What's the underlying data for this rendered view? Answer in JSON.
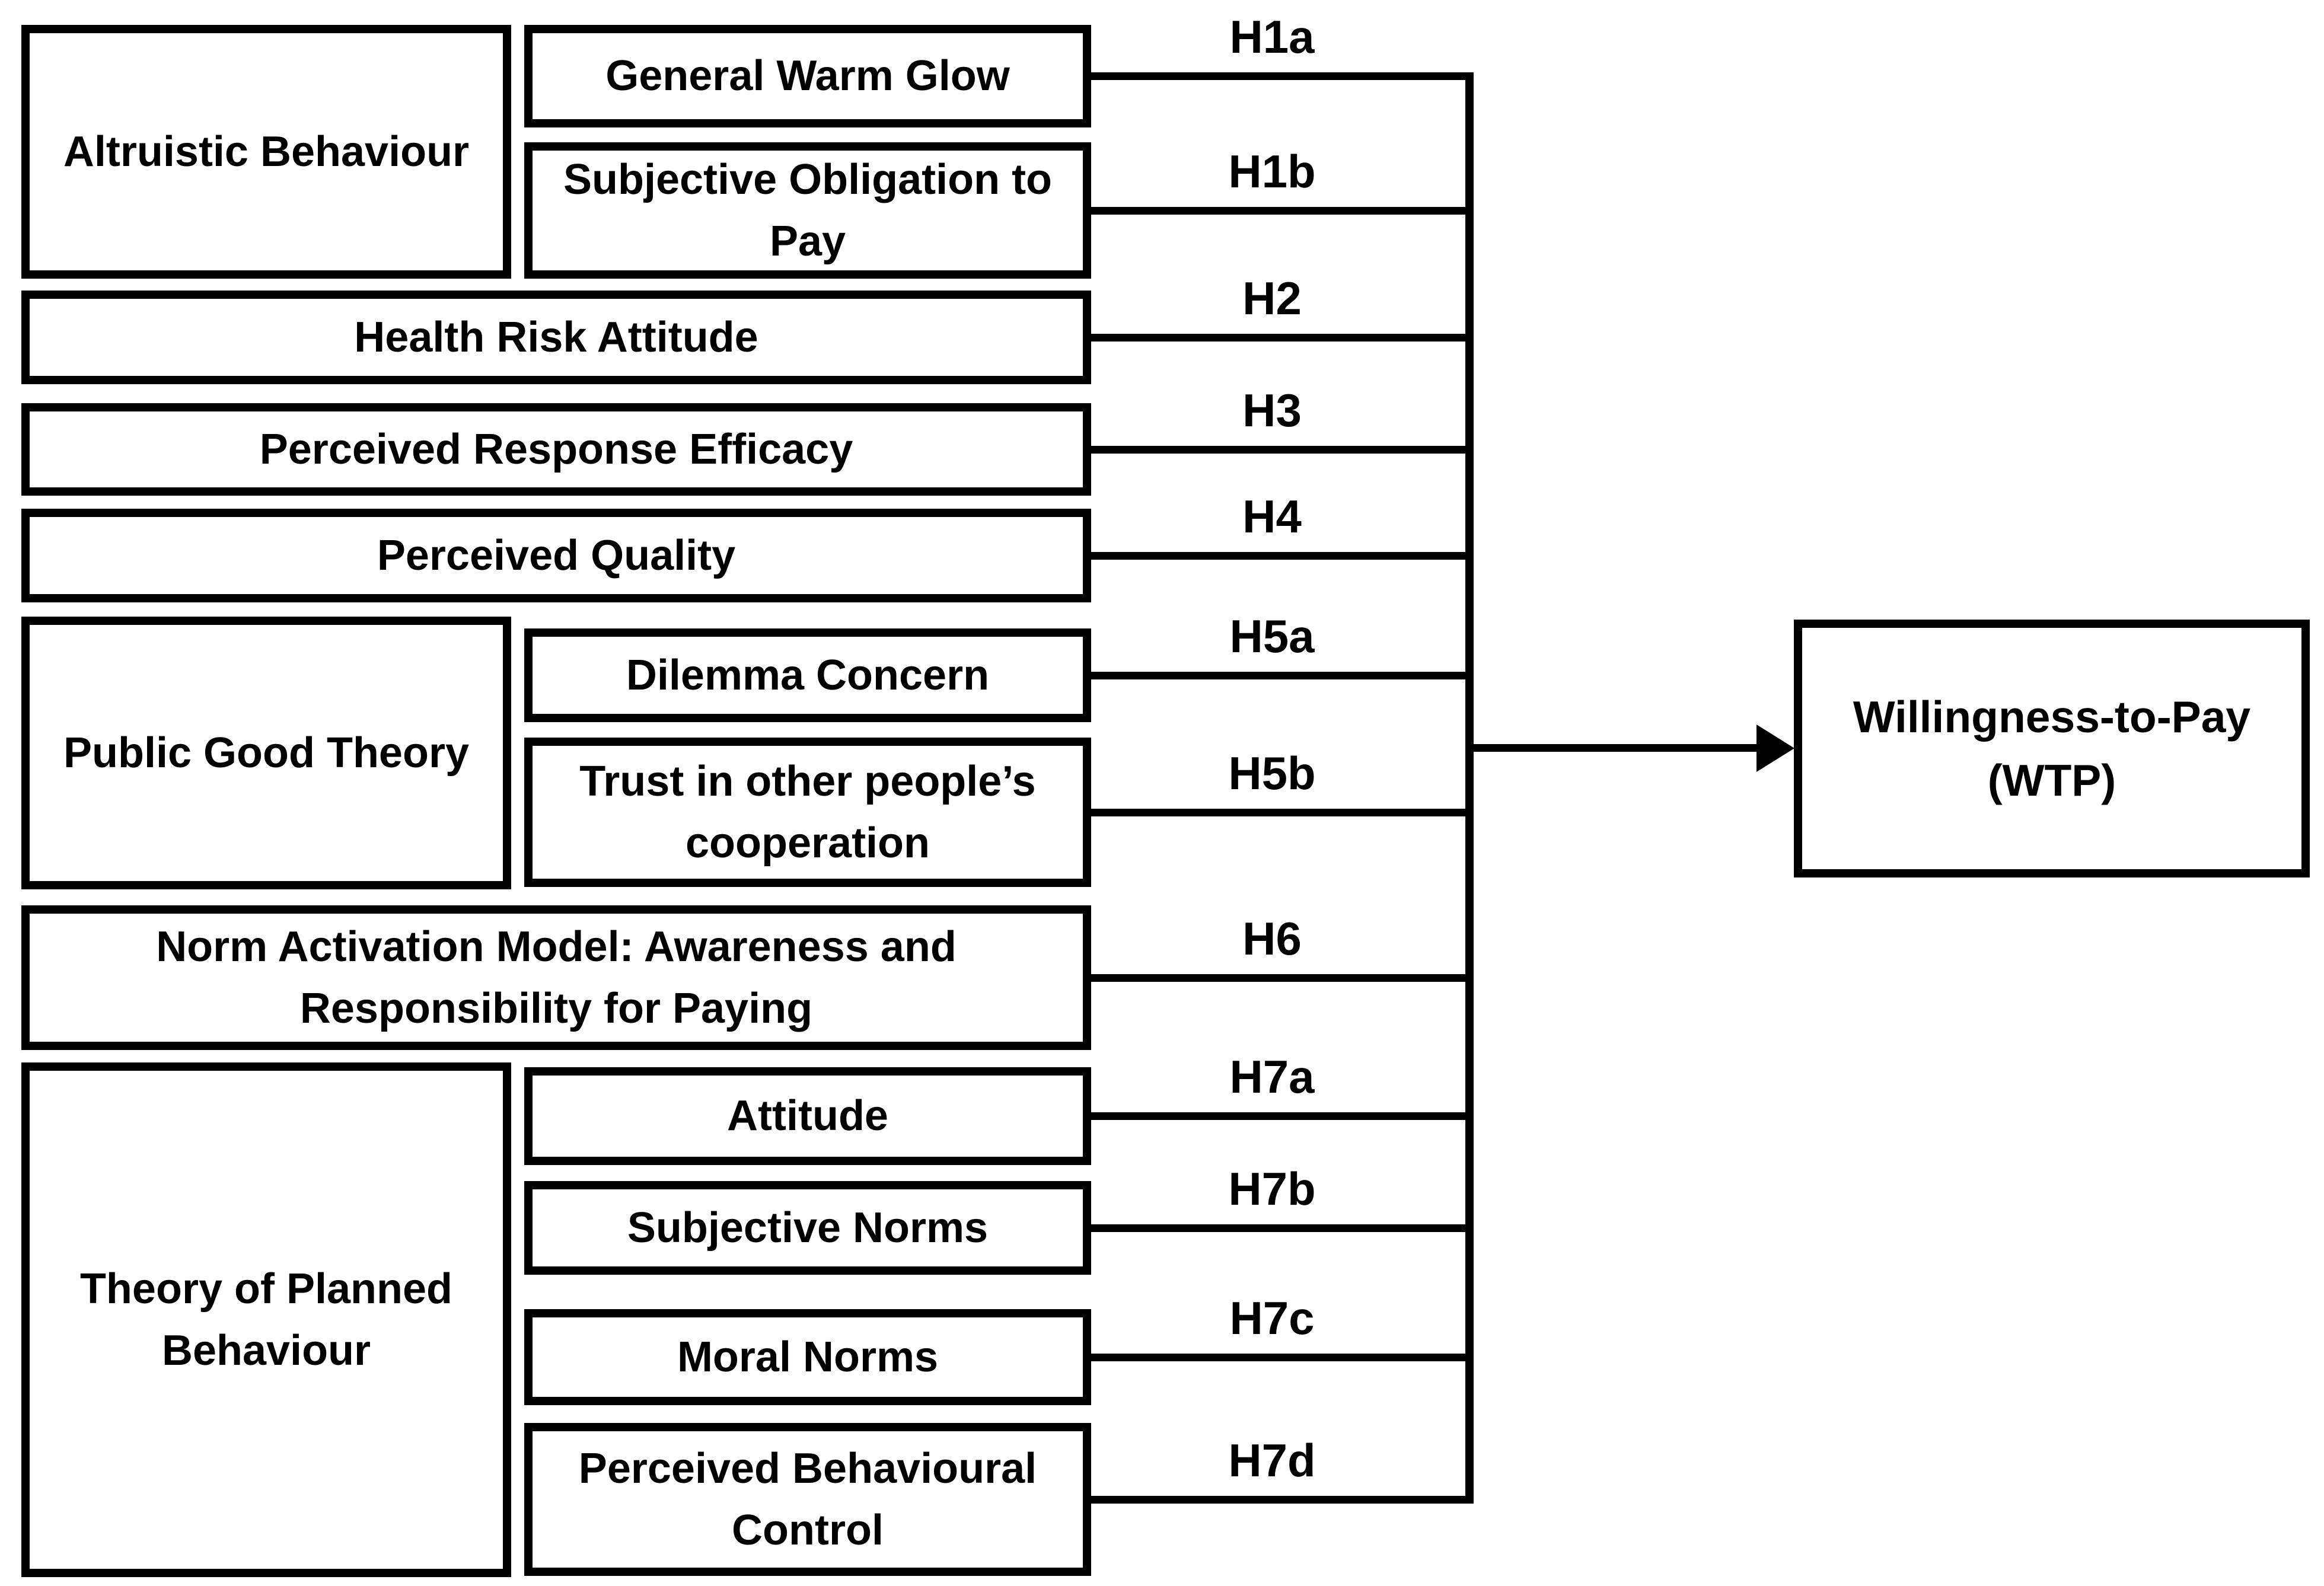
{
  "diagram": {
    "kind": "conceptual-framework",
    "outcome": {
      "label": "Willingness-to-Pay (WTP)"
    },
    "groups": [
      {
        "label": "Altruistic Behaviour"
      },
      {
        "label": "Public Good Theory"
      },
      {
        "label": "Theory of Planned Behaviour"
      }
    ],
    "predictors": [
      {
        "label": "General Warm Glow",
        "hypothesis": "H1a",
        "group": "Altruistic Behaviour"
      },
      {
        "label": "Subjective Obligation to Pay",
        "hypothesis": "H1b",
        "group": "Altruistic Behaviour"
      },
      {
        "label": "Health Risk Attitude",
        "hypothesis": "H2",
        "group": null
      },
      {
        "label": "Perceived Response Efficacy",
        "hypothesis": "H3",
        "group": null
      },
      {
        "label": "Perceived Quality",
        "hypothesis": "H4",
        "group": null
      },
      {
        "label": "Dilemma Concern",
        "hypothesis": "H5a",
        "group": "Public Good Theory"
      },
      {
        "label": "Trust in other people’s cooperation",
        "hypothesis": "H5b",
        "group": "Public Good Theory"
      },
      {
        "label": "Norm Activation Model: Awareness and Responsibility for Paying",
        "hypothesis": "H6",
        "group": null
      },
      {
        "label": "Attitude",
        "hypothesis": "H7a",
        "group": "Theory of Planned Behaviour"
      },
      {
        "label": "Subjective Norms",
        "hypothesis": "H7b",
        "group": "Theory of Planned Behaviour"
      },
      {
        "label": "Moral Norms",
        "hypothesis": "H7c",
        "group": "Theory of Planned Behaviour"
      },
      {
        "label": "Perceived Behavioural Control",
        "hypothesis": "H7d",
        "group": "Theory of Planned Behaviour"
      }
    ],
    "colors": {
      "stroke": "#000000",
      "background": "#ffffff",
      "text": "#000000"
    }
  }
}
